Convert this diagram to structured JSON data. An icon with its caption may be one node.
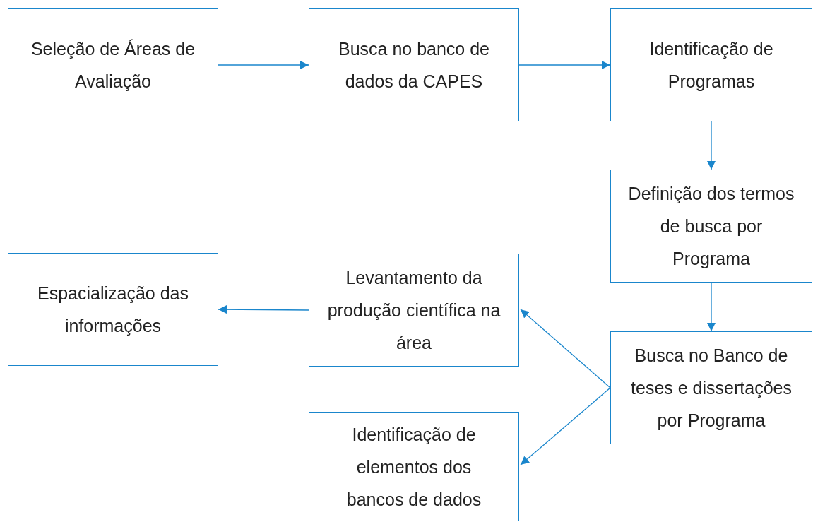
{
  "diagram": {
    "nodes": [
      {
        "text": [
          "Seleção de Áreas de Avaliação"
        ]
      },
      {
        "text": [
          "Busca no banco de dados da CAPES"
        ]
      },
      {
        "text": [
          "Identificação de Programas"
        ]
      },
      {
        "text": [
          "Definição dos termos de busca por Programa"
        ]
      },
      {
        "text": [
          "Busca no Banco de teses e dissertações por Programa"
        ]
      },
      {
        "text": [
          "Levantamento da produção científica na área"
        ]
      },
      {
        "text": [
          "Espacialização das informações"
        ]
      },
      {
        "text": [
          "Identificação de elementos dos bancos de dados"
        ]
      }
    ],
    "edges": [
      {
        "from": 0,
        "to": 1,
        "arrow": "to"
      },
      {
        "from": 1,
        "to": 2,
        "arrow": "to"
      },
      {
        "from": 2,
        "to": 3,
        "arrow": "to"
      },
      {
        "from": 3,
        "to": 4,
        "arrow": "to"
      },
      {
        "from": 4,
        "to": 5,
        "arrow": "to"
      },
      {
        "from": 4,
        "to": 7,
        "arrow": "to"
      },
      {
        "from": 5,
        "to": 6,
        "arrow": "to"
      }
    ]
  }
}
